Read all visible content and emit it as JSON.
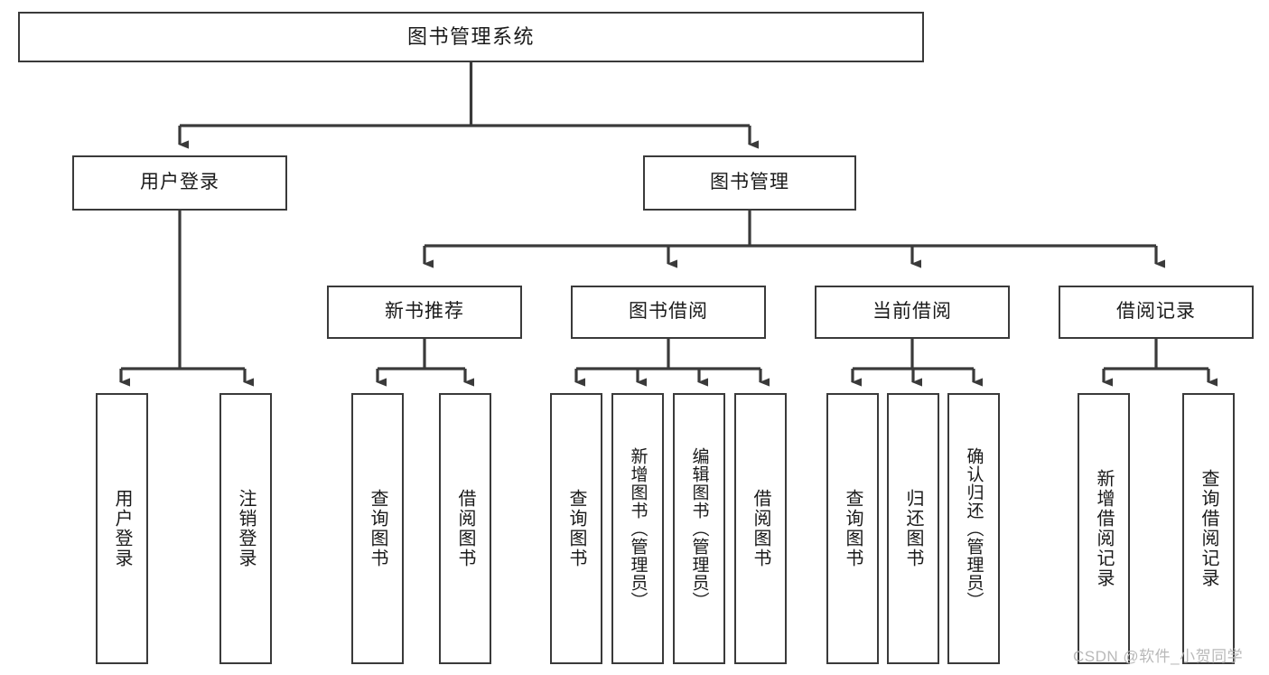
{
  "diagram": {
    "type": "tree",
    "title": "图书管理系统",
    "watermark": "CSDN @软件_小贺同学",
    "colors": {
      "box_border": "#3a3a3a",
      "box_fill": "#ffffff",
      "connector": "#3a3a3a",
      "text": "#1a1a1a",
      "watermark": "#b9b9b9"
    },
    "levels": {
      "level1": [
        {
          "id": "root",
          "label": "图书管理系统"
        }
      ],
      "level2": [
        {
          "id": "user-login",
          "label": "用户登录"
        },
        {
          "id": "book-management",
          "label": "图书管理"
        }
      ],
      "level3": [
        {
          "id": "new-book-recommend",
          "label": "新书推荐",
          "parent": "book-management"
        },
        {
          "id": "book-borrow",
          "label": "图书借阅",
          "parent": "book-management"
        },
        {
          "id": "current-borrow",
          "label": "当前借阅",
          "parent": "book-management"
        },
        {
          "id": "borrow-record",
          "label": "借阅记录",
          "parent": "book-management"
        }
      ],
      "level4": [
        {
          "id": "leaf-user-login",
          "label": "用户登录",
          "parent": "user-login"
        },
        {
          "id": "leaf-logout",
          "label": "注销登录",
          "parent": "user-login"
        },
        {
          "id": "leaf-query-book-1",
          "label": "查询图书",
          "parent": "new-book-recommend"
        },
        {
          "id": "leaf-borrow-book-1",
          "label": "借阅图书",
          "parent": "new-book-recommend"
        },
        {
          "id": "leaf-query-book-2",
          "label": "查询图书",
          "parent": "book-borrow"
        },
        {
          "id": "leaf-add-book",
          "label": "新增图书（管理员）",
          "parent": "book-borrow"
        },
        {
          "id": "leaf-edit-book",
          "label": "编辑图书（管理员）",
          "parent": "book-borrow"
        },
        {
          "id": "leaf-borrow-book-2",
          "label": "借阅图书",
          "parent": "book-borrow"
        },
        {
          "id": "leaf-query-book-3",
          "label": "查询图书",
          "parent": "current-borrow"
        },
        {
          "id": "leaf-return-book",
          "label": "归还图书",
          "parent": "current-borrow"
        },
        {
          "id": "leaf-confirm-return",
          "label": "确认归还（管理员）",
          "parent": "current-borrow"
        },
        {
          "id": "leaf-add-record",
          "label": "新增借阅记录",
          "parent": "borrow-record"
        },
        {
          "id": "leaf-query-record",
          "label": "查询借阅记录",
          "parent": "borrow-record"
        }
      ]
    }
  }
}
